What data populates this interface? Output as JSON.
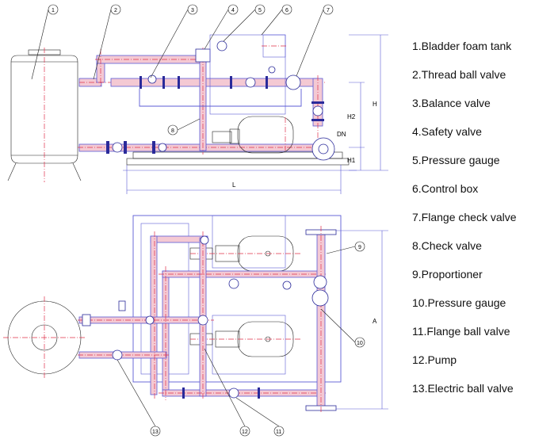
{
  "legend": [
    "1.Bladder foam tank",
    "2.Thread ball valve",
    "3.Balance valve",
    "4.Safety valve",
    "5.Pressure gauge",
    "6.Control box",
    "7.Flange check valve",
    "8.Check valve",
    "9.Proportioner",
    "10.Pressure gauge",
    "11.Flange ball valve",
    "12.Pump",
    "13.Electric ball valve"
  ],
  "callouts": {
    "c1": "1",
    "c2": "2",
    "c3": "3",
    "c4": "4",
    "c5": "5",
    "c6": "6",
    "c7": "7",
    "c8": "8",
    "c9": "9",
    "c10": "10",
    "c11": "11",
    "c12": "12",
    "c13": "13"
  },
  "dimensions": {
    "H": "H",
    "H1": "H1",
    "H2": "H2",
    "L": "L",
    "DN": "DN",
    "A": "A"
  },
  "colors": {
    "pipe": "#5b5bd6",
    "centerline": "#e0304a",
    "hatch": "#f4c9d3"
  }
}
